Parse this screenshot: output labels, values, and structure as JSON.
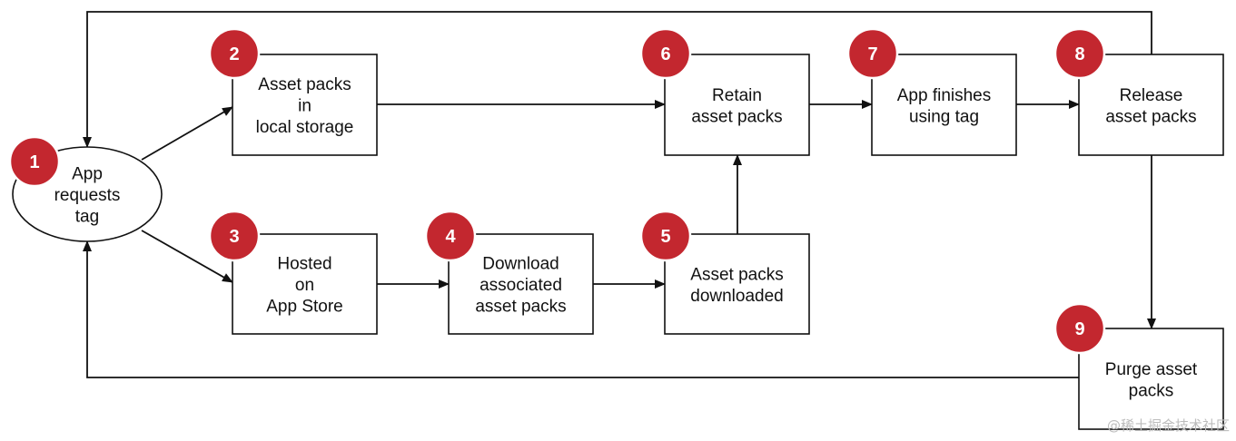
{
  "colors": {
    "badge": "#c3272f",
    "badge_ring": "#ffffff",
    "line": "#111111",
    "background": "#ffffff"
  },
  "nodes": [
    {
      "id": "n1",
      "badge": "1",
      "shape": "ellipse",
      "lines": [
        "App",
        "requests",
        "tag"
      ]
    },
    {
      "id": "n2",
      "badge": "2",
      "shape": "box",
      "lines": [
        "Asset packs",
        "in",
        "local storage"
      ]
    },
    {
      "id": "n3",
      "badge": "3",
      "shape": "box",
      "lines": [
        "Hosted",
        "on",
        "App Store"
      ]
    },
    {
      "id": "n4",
      "badge": "4",
      "shape": "box",
      "lines": [
        "Download",
        "associated",
        "asset packs"
      ]
    },
    {
      "id": "n5",
      "badge": "5",
      "shape": "box",
      "lines": [
        "Asset packs",
        "downloaded"
      ]
    },
    {
      "id": "n6",
      "badge": "6",
      "shape": "box",
      "lines": [
        "Retain",
        "asset packs"
      ]
    },
    {
      "id": "n7",
      "badge": "7",
      "shape": "box",
      "lines": [
        "App finishes",
        "using tag"
      ]
    },
    {
      "id": "n8",
      "badge": "8",
      "shape": "box",
      "lines": [
        "Release",
        "asset packs"
      ]
    },
    {
      "id": "n9",
      "badge": "9",
      "shape": "box",
      "lines": [
        "Purge asset",
        "packs"
      ]
    }
  ],
  "edges": [
    {
      "from": "n1",
      "to": "n2"
    },
    {
      "from": "n1",
      "to": "n3"
    },
    {
      "from": "n2",
      "to": "n6"
    },
    {
      "from": "n3",
      "to": "n4"
    },
    {
      "from": "n4",
      "to": "n5"
    },
    {
      "from": "n5",
      "to": "n6"
    },
    {
      "from": "n6",
      "to": "n7"
    },
    {
      "from": "n7",
      "to": "n8"
    },
    {
      "from": "n8",
      "to": "n9"
    },
    {
      "from": "n8",
      "to": "n1"
    },
    {
      "from": "n9",
      "to": "n1"
    }
  ],
  "watermark": "@稀土掘金技术社区"
}
